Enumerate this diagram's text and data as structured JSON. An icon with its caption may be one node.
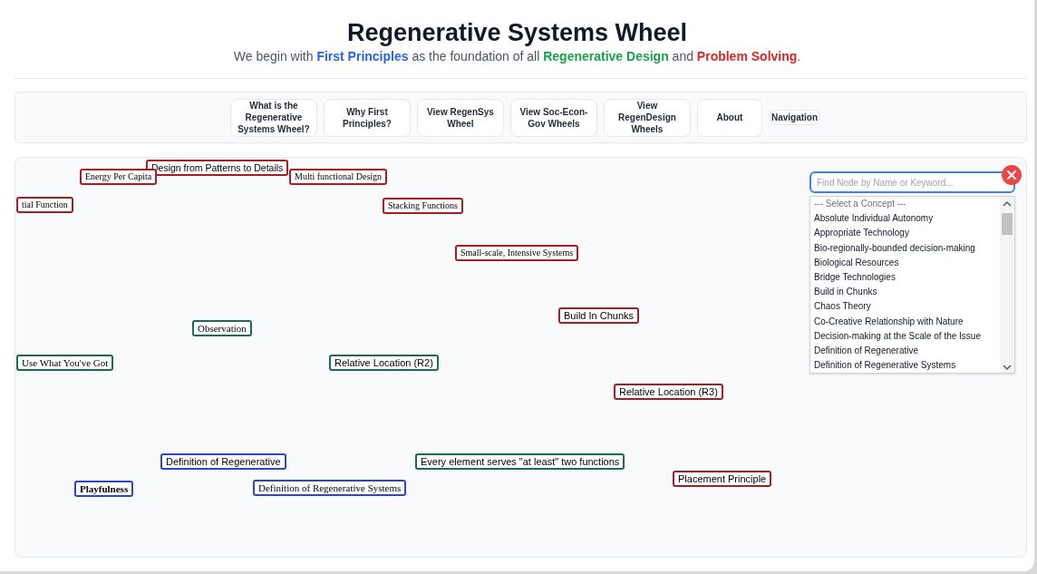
{
  "diagram": {
    "title": "Regenerative Systems Wheel",
    "nodes": [
      {
        "text": [
          "Design from Patterns to Details"
        ]
      },
      {
        "text": [
          "Energy Per Capita"
        ]
      },
      {
        "text": [
          "Multi functional Design"
        ]
      },
      {
        "text": [
          "tial Function"
        ]
      },
      {
        "text": [
          "Stacking Functions"
        ]
      },
      {
        "text": [
          "Small-scale, Intensive Systems"
        ]
      },
      {
        "text": [
          "Build In Chunks"
        ]
      },
      {
        "text": [
          "Observation"
        ]
      },
      {
        "text": [
          "Use What You've Got"
        ]
      },
      {
        "text": [
          "Relative Location (R2)"
        ]
      },
      {
        "text": [
          "Relative Location (R3)"
        ]
      },
      {
        "text": [
          "Definition of Regenerative"
        ]
      },
      {
        "text": [
          "Every element serves \"at least\" two functions"
        ]
      },
      {
        "text": [
          "Placement Principle"
        ]
      },
      {
        "text": [
          "Playfulness"
        ]
      },
      {
        "text": [
          "Definition of Regenerative Systems"
        ]
      }
    ],
    "labels": [
      "We begin with **First Principles** as the foundation of all **Regenerative Design** and **Problem Solving**.",
      "What is the Regenerative Systems Wheel?",
      "Why First Principles?",
      "View RegenSys Wheel",
      "View Soc-Econ-Gov Wheels",
      "View RegenDesign Wheels",
      "About",
      "Navigation",
      "Find Node by Name or Keyword...",
      "--- Select a Concept ---",
      "Absolute Individual Autonomy",
      "Appropriate Technology",
      "Bio-regionally-bounded decision-making",
      "Biological Resources",
      "Bridge Technologies",
      "Build in Chunks",
      "Chaos Theory",
      "Co-Creative Relationship with Nature",
      "Decision-making at the Scale of the Issue",
      "Definition of Regenerative",
      "Definition of Regenerative Systems"
    ]
  }
}
